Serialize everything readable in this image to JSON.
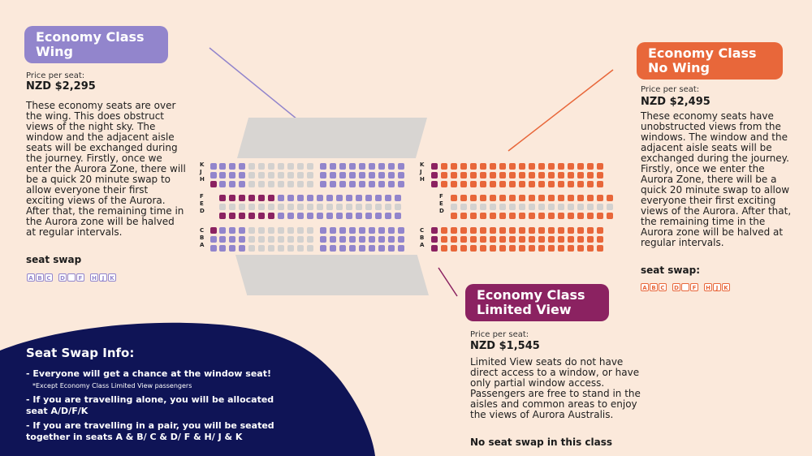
{
  "wing": {
    "title_line1": "Economy Class",
    "title_line2": "Wing",
    "price_label": "Price per seat:",
    "price": "NZD $2,295",
    "description": "These economy seats are over the wing. This does obstruct views of the night sky. The window and the adjacent aisle seats will be exchanged during the journey. Firstly, once we enter the Aurora Zone, there will be a quick 20 minute swap to allow everyone their first exciting views of the Aurora. After that, the remaining time in the Aurora zone will be halved at regular intervals.",
    "swap_title": "seat swap",
    "color": "#9285cc"
  },
  "nowing": {
    "title_line1": "Economy Class",
    "title_line2": "No Wing",
    "price_label": "Price per seat:",
    "price": "NZD $2,495",
    "description": "These economy seats have unobstructed views from the windows. The window and the adjacent aisle seats will be exchanged during the journey. Firstly, once we enter the Aurora Zone, there will be a quick 20 minute swap to allow everyone their first exciting views of the Aurora. After that, the remaining time in the Aurora zone will be halved at regular intervals.",
    "swap_title": "seat swap:",
    "color": "#e8673a"
  },
  "limited": {
    "title_line1": "Economy Class",
    "title_line2": "Limited View",
    "price_label": "Price per seat:",
    "price": "NZD $1,545",
    "description": "Limited View seats do not have direct access to a window, or have only partial window access. Passengers are free to stand in the aisles and common areas to enjoy the views of Aurora Australis.",
    "no_swap": "No seat swap in this class",
    "color": "#8b2261"
  },
  "seat_letters": [
    "A",
    "B",
    "C",
    "D",
    "F",
    "H",
    "J",
    "K"
  ],
  "row_labels": {
    "top": [
      "K",
      "J",
      "H"
    ],
    "mid": [
      "F",
      "E",
      "D"
    ],
    "bot": [
      "C",
      "B",
      "A"
    ]
  },
  "swap_info": {
    "title": "Seat Swap Info:",
    "item1": "- Everyone will get a chance at the window seat!",
    "note1": "*Except Economy Class Limited View passengers",
    "item2": "- If you are travelling alone, you will be allocated seat A/D/F/K",
    "item3": "- If you are travelling in a pair, you will be seated together in seats A & B/ C & D/ F & H/ J & K",
    "bg_color": "#0f1456"
  },
  "colors": {
    "background": "#fbe9db",
    "wing_seat": "#9285cc",
    "nowing_seat": "#e8673a",
    "limited_seat": "#8b2261",
    "neutral_seat": "#d3d1cf"
  }
}
